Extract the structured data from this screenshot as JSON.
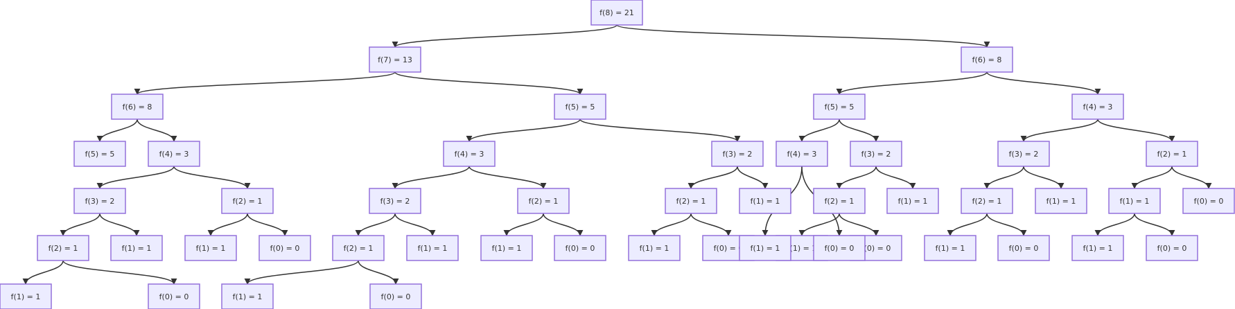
{
  "diagram": {
    "type": "flowchart",
    "colors": {
      "node_fill": "#ececff",
      "node_border": "#9370db",
      "edge": "#333333",
      "text": "#333333",
      "background": "#ffffff"
    },
    "nodes": [
      {
        "id": "n1",
        "label": "f(8) = 21"
      },
      {
        "id": "n2",
        "label": "f(7) = 13"
      },
      {
        "id": "n3",
        "label": "f(6) = 8"
      },
      {
        "id": "n4",
        "label": "f(6) = 8"
      },
      {
        "id": "n5",
        "label": "f(5) = 5"
      },
      {
        "id": "n6",
        "label": "f(5) = 5"
      },
      {
        "id": "n7",
        "label": "f(4) = 3"
      },
      {
        "id": "n8",
        "label": "f(5) = 5"
      },
      {
        "id": "n9",
        "label": "f(4) = 3"
      },
      {
        "id": "n10",
        "label": "f(4) = 3"
      },
      {
        "id": "n11",
        "label": "f(3) = 2"
      },
      {
        "id": "n12",
        "label": "f(4) = 3"
      },
      {
        "id": "n13",
        "label": "f(3) = 2"
      },
      {
        "id": "n14",
        "label": "f(3) = 2"
      },
      {
        "id": "n15",
        "label": "f(2) = 1"
      },
      {
        "id": "n16",
        "label": "f(3) = 2"
      },
      {
        "id": "n17",
        "label": "f(2) = 1"
      },
      {
        "id": "n18",
        "label": "f(3) = 2"
      },
      {
        "id": "n19",
        "label": "f(2) = 1"
      },
      {
        "id": "n20",
        "label": "f(2) = 1"
      },
      {
        "id": "n21",
        "label": "f(1) = 1"
      },
      {
        "id": "n22",
        "label": "f(2) = 1"
      },
      {
        "id": "n23",
        "label": "f(1) = 1"
      },
      {
        "id": "n24",
        "label": "f(2) = 1"
      },
      {
        "id": "n25",
        "label": "f(1) = 1"
      },
      {
        "id": "n26",
        "label": "f(1) = 1"
      },
      {
        "id": "n27",
        "label": "f(0) = 0"
      },
      {
        "id": "n28",
        "label": "f(2) = 1"
      },
      {
        "id": "n29",
        "label": "f(1) = 1"
      },
      {
        "id": "n30",
        "label": "f(1) = 1"
      },
      {
        "id": "n31",
        "label": "f(0) = 0"
      },
      {
        "id": "n32",
        "label": "f(2) = 1"
      },
      {
        "id": "n33",
        "label": "f(1) = 1"
      },
      {
        "id": "n34",
        "label": "f(1) = 1"
      },
      {
        "id": "n35",
        "label": "f(0) = 0"
      },
      {
        "id": "n36",
        "label": "f(1) = 1"
      },
      {
        "id": "n37",
        "label": "f(0) = 0"
      },
      {
        "id": "n38",
        "label": "f(1) = 1"
      },
      {
        "id": "n39",
        "label": "f(0) = 0"
      },
      {
        "id": "n40",
        "label": "f(1) = 1"
      },
      {
        "id": "n41",
        "label": "f(0) = 0"
      },
      {
        "id": "n42",
        "label": "f(1) = 1"
      },
      {
        "id": "n43",
        "label": "f(0) = 0"
      },
      {
        "id": "n44",
        "label": "f(1) = 1"
      },
      {
        "id": "n45",
        "label": "f(0) = 0"
      },
      {
        "id": "n46",
        "label": "f(1) = 1"
      },
      {
        "id": "n47",
        "label": "f(0) = 0"
      },
      {
        "id": "n48",
        "label": "f(1) = 1"
      },
      {
        "id": "n49",
        "label": "f(0) = 0"
      }
    ],
    "edges": [
      [
        "n1",
        "n2"
      ],
      [
        "n1",
        "n3"
      ],
      [
        "n2",
        "n4"
      ],
      [
        "n2",
        "n5"
      ],
      [
        "n3",
        "n6"
      ],
      [
        "n3",
        "n7"
      ],
      [
        "n4",
        "n8"
      ],
      [
        "n4",
        "n9"
      ],
      [
        "n5",
        "n10"
      ],
      [
        "n5",
        "n11"
      ],
      [
        "n6",
        "n12"
      ],
      [
        "n6",
        "n13"
      ],
      [
        "n7",
        "n14"
      ],
      [
        "n7",
        "n15"
      ],
      [
        "n9",
        "n16"
      ],
      [
        "n9",
        "n17"
      ],
      [
        "n10",
        "n18"
      ],
      [
        "n10",
        "n19"
      ],
      [
        "n11",
        "n20"
      ],
      [
        "n11",
        "n21"
      ],
      [
        "n13",
        "n22"
      ],
      [
        "n13",
        "n23"
      ],
      [
        "n14",
        "n24"
      ],
      [
        "n14",
        "n25"
      ],
      [
        "n15",
        "n26"
      ],
      [
        "n15",
        "n27"
      ],
      [
        "n16",
        "n28"
      ],
      [
        "n16",
        "n29"
      ],
      [
        "n17",
        "n30"
      ],
      [
        "n17",
        "n31"
      ],
      [
        "n18",
        "n32"
      ],
      [
        "n18",
        "n33"
      ],
      [
        "n19",
        "n34"
      ],
      [
        "n19",
        "n35"
      ],
      [
        "n20",
        "n36"
      ],
      [
        "n20",
        "n37"
      ],
      [
        "n22",
        "n38"
      ],
      [
        "n22",
        "n39"
      ],
      [
        "n24",
        "n40"
      ],
      [
        "n24",
        "n41"
      ],
      [
        "n28",
        "n42"
      ],
      [
        "n28",
        "n43"
      ],
      [
        "n32",
        "n44"
      ],
      [
        "n32",
        "n45"
      ],
      [
        "n12",
        "n46"
      ],
      [
        "n12",
        "n47"
      ],
      [
        "n26",
        "n48"
      ],
      [
        "n26",
        "n49"
      ]
    ]
  }
}
